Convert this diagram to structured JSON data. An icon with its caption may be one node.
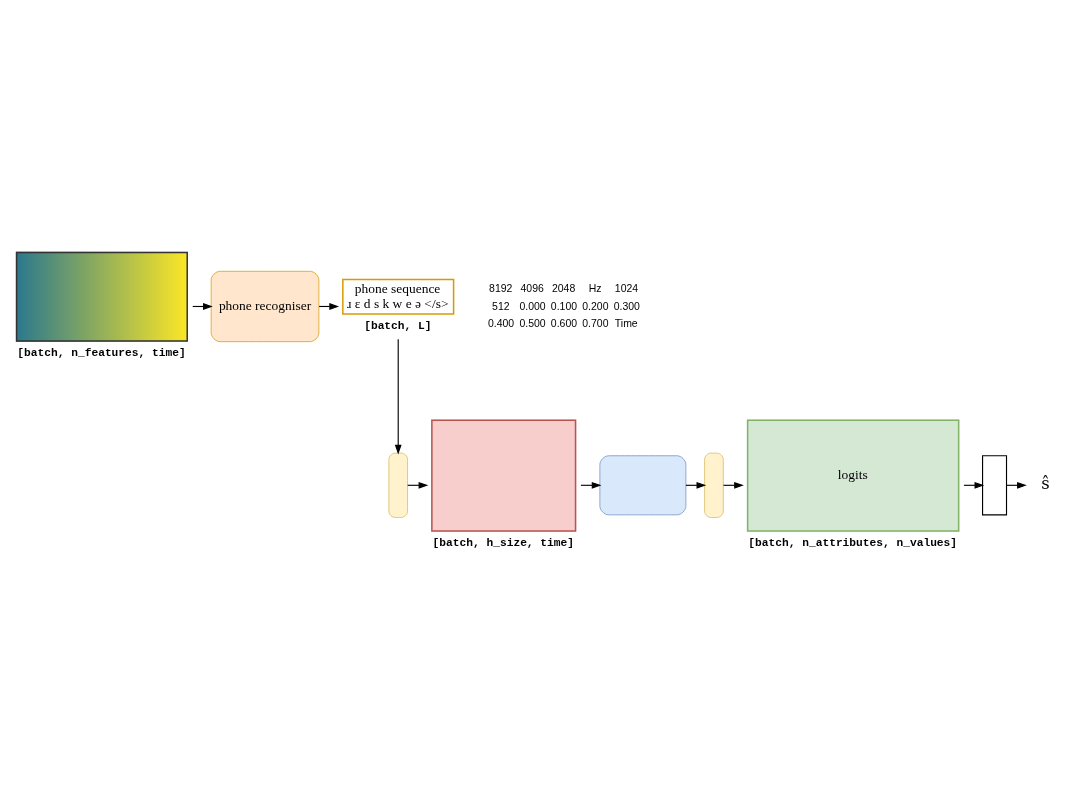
{
  "diagram": {
    "nodes": [
      {
        "text": [],
        "shape": "picture",
        "beside": [
          "[batch, n_features, time]"
        ]
      },
      {
        "text": [
          "phone recogniser"
        ]
      },
      {
        "text": [
          "phone sequence",
          "ɹ ɛ d s k w e ə </s>"
        ],
        "beside": [
          "[batch, L]"
        ]
      },
      {
        "text": [],
        "shape": "bar"
      },
      {
        "text": [],
        "shape": "stack",
        "beside": [
          "[batch, h_size, time]"
        ]
      },
      {
        "text": [],
        "shape": "box"
      },
      {
        "text": [],
        "shape": "bar"
      },
      {
        "text": [
          "logits"
        ],
        "beside": [
          "[batch, n_attributes, n_values]"
        ]
      },
      {
        "text": [],
        "shape": "box"
      },
      {
        "text": [
          "ŝ"
        ]
      }
    ],
    "edges": [
      {
        "from": 0,
        "to": 1,
        "arrow": "to"
      },
      {
        "from": 1,
        "to": 2,
        "arrow": "to"
      },
      {
        "from": 2,
        "to": 3,
        "arrow": "to"
      },
      {
        "from": 3,
        "to": 4,
        "arrow": "to"
      },
      {
        "from": 4,
        "to": 5,
        "arrow": "to"
      },
      {
        "from": 5,
        "to": 6,
        "arrow": "to"
      },
      {
        "from": 6,
        "to": 7,
        "arrow": "to"
      },
      {
        "from": 7,
        "to": 8,
        "arrow": "to"
      },
      {
        "from": 8,
        "to": 9,
        "arrow": "to"
      }
    ],
    "labels": [
      "8192",
      "4096",
      "2048",
      "Hz",
      "1024",
      "512",
      "0.000",
      "0.100",
      "0.200",
      "0.300",
      "0.400",
      "0.500",
      "0.600",
      "0.700",
      "Time"
    ]
  }
}
